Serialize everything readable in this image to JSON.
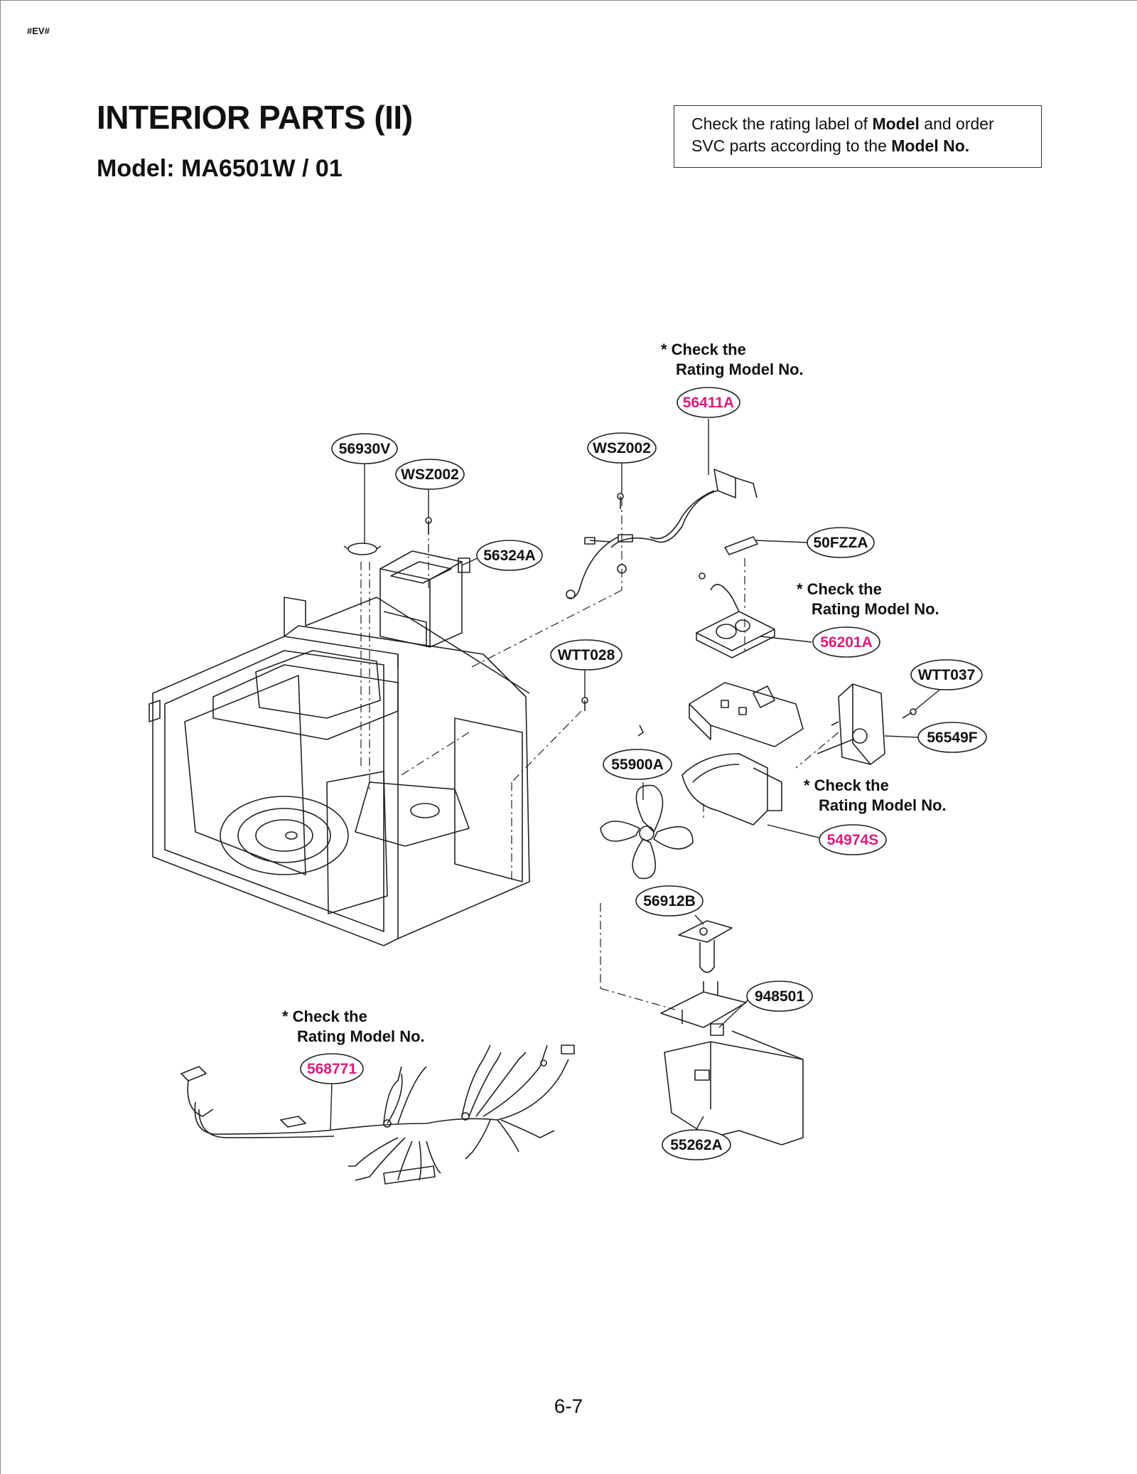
{
  "header": {
    "code": "#EV#",
    "title": "INTERIOR PARTS (II)",
    "model": "Model: MA6501W / 01"
  },
  "notice": {
    "line1_pre": "Check the rating label of ",
    "line1_bold": "Model",
    "line1_post": " and order",
    "line2_pre": "SVC parts according to the ",
    "line2_bold": "Model No."
  },
  "notes": {
    "line1": "* Check the",
    "line2": "Rating Model No."
  },
  "parts": [
    {
      "id": "56411A",
      "highlight": true
    },
    {
      "id": "WSZ002",
      "highlight": false
    },
    {
      "id": "56930V",
      "highlight": false
    },
    {
      "id": "WSZ002",
      "highlight": false
    },
    {
      "id": "56324A",
      "highlight": false
    },
    {
      "id": "50FZZA",
      "highlight": false
    },
    {
      "id": "56201A",
      "highlight": true
    },
    {
      "id": "WTT028",
      "highlight": false
    },
    {
      "id": "WTT037",
      "highlight": false
    },
    {
      "id": "56549F",
      "highlight": false
    },
    {
      "id": "55900A",
      "highlight": false
    },
    {
      "id": "54974S",
      "highlight": true
    },
    {
      "id": "56912B",
      "highlight": false
    },
    {
      "id": "948501",
      "highlight": false
    },
    {
      "id": "568771",
      "highlight": true
    },
    {
      "id": "55262A",
      "highlight": false
    }
  ],
  "colors": {
    "highlight": "#e0197a",
    "normal": "#111111"
  },
  "page_number": "6-7"
}
